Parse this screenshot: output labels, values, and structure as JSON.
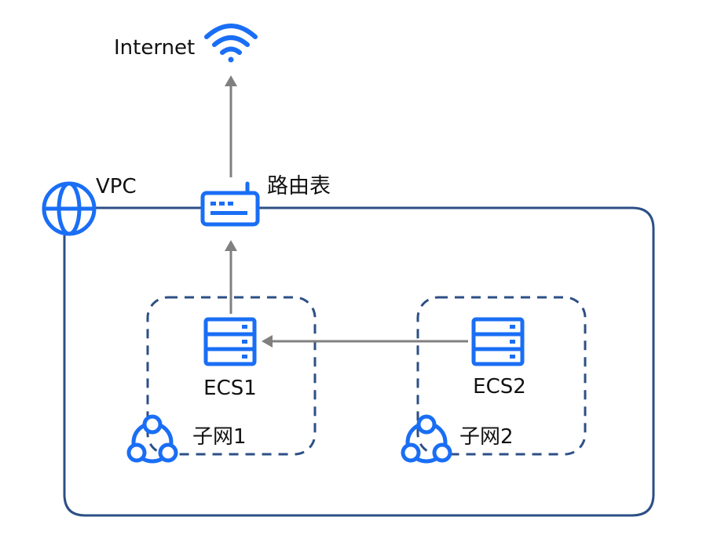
{
  "labels": {
    "internet": "Internet",
    "vpc": "VPC",
    "route_table": "路由表",
    "ecs1": "ECS1",
    "ecs2": "ECS2",
    "subnet1": "子网1",
    "subnet2": "子网2"
  },
  "icons": {
    "internet": "wifi-icon",
    "vpc": "globe-icon",
    "route_table": "router-icon",
    "ecs": "server-icon",
    "subnet": "subnet-network-icon"
  },
  "colors": {
    "icon_blue": "#1a6ef5",
    "vpc_border": "#2c4f86",
    "arrow": "#808080",
    "text": "#111111"
  }
}
